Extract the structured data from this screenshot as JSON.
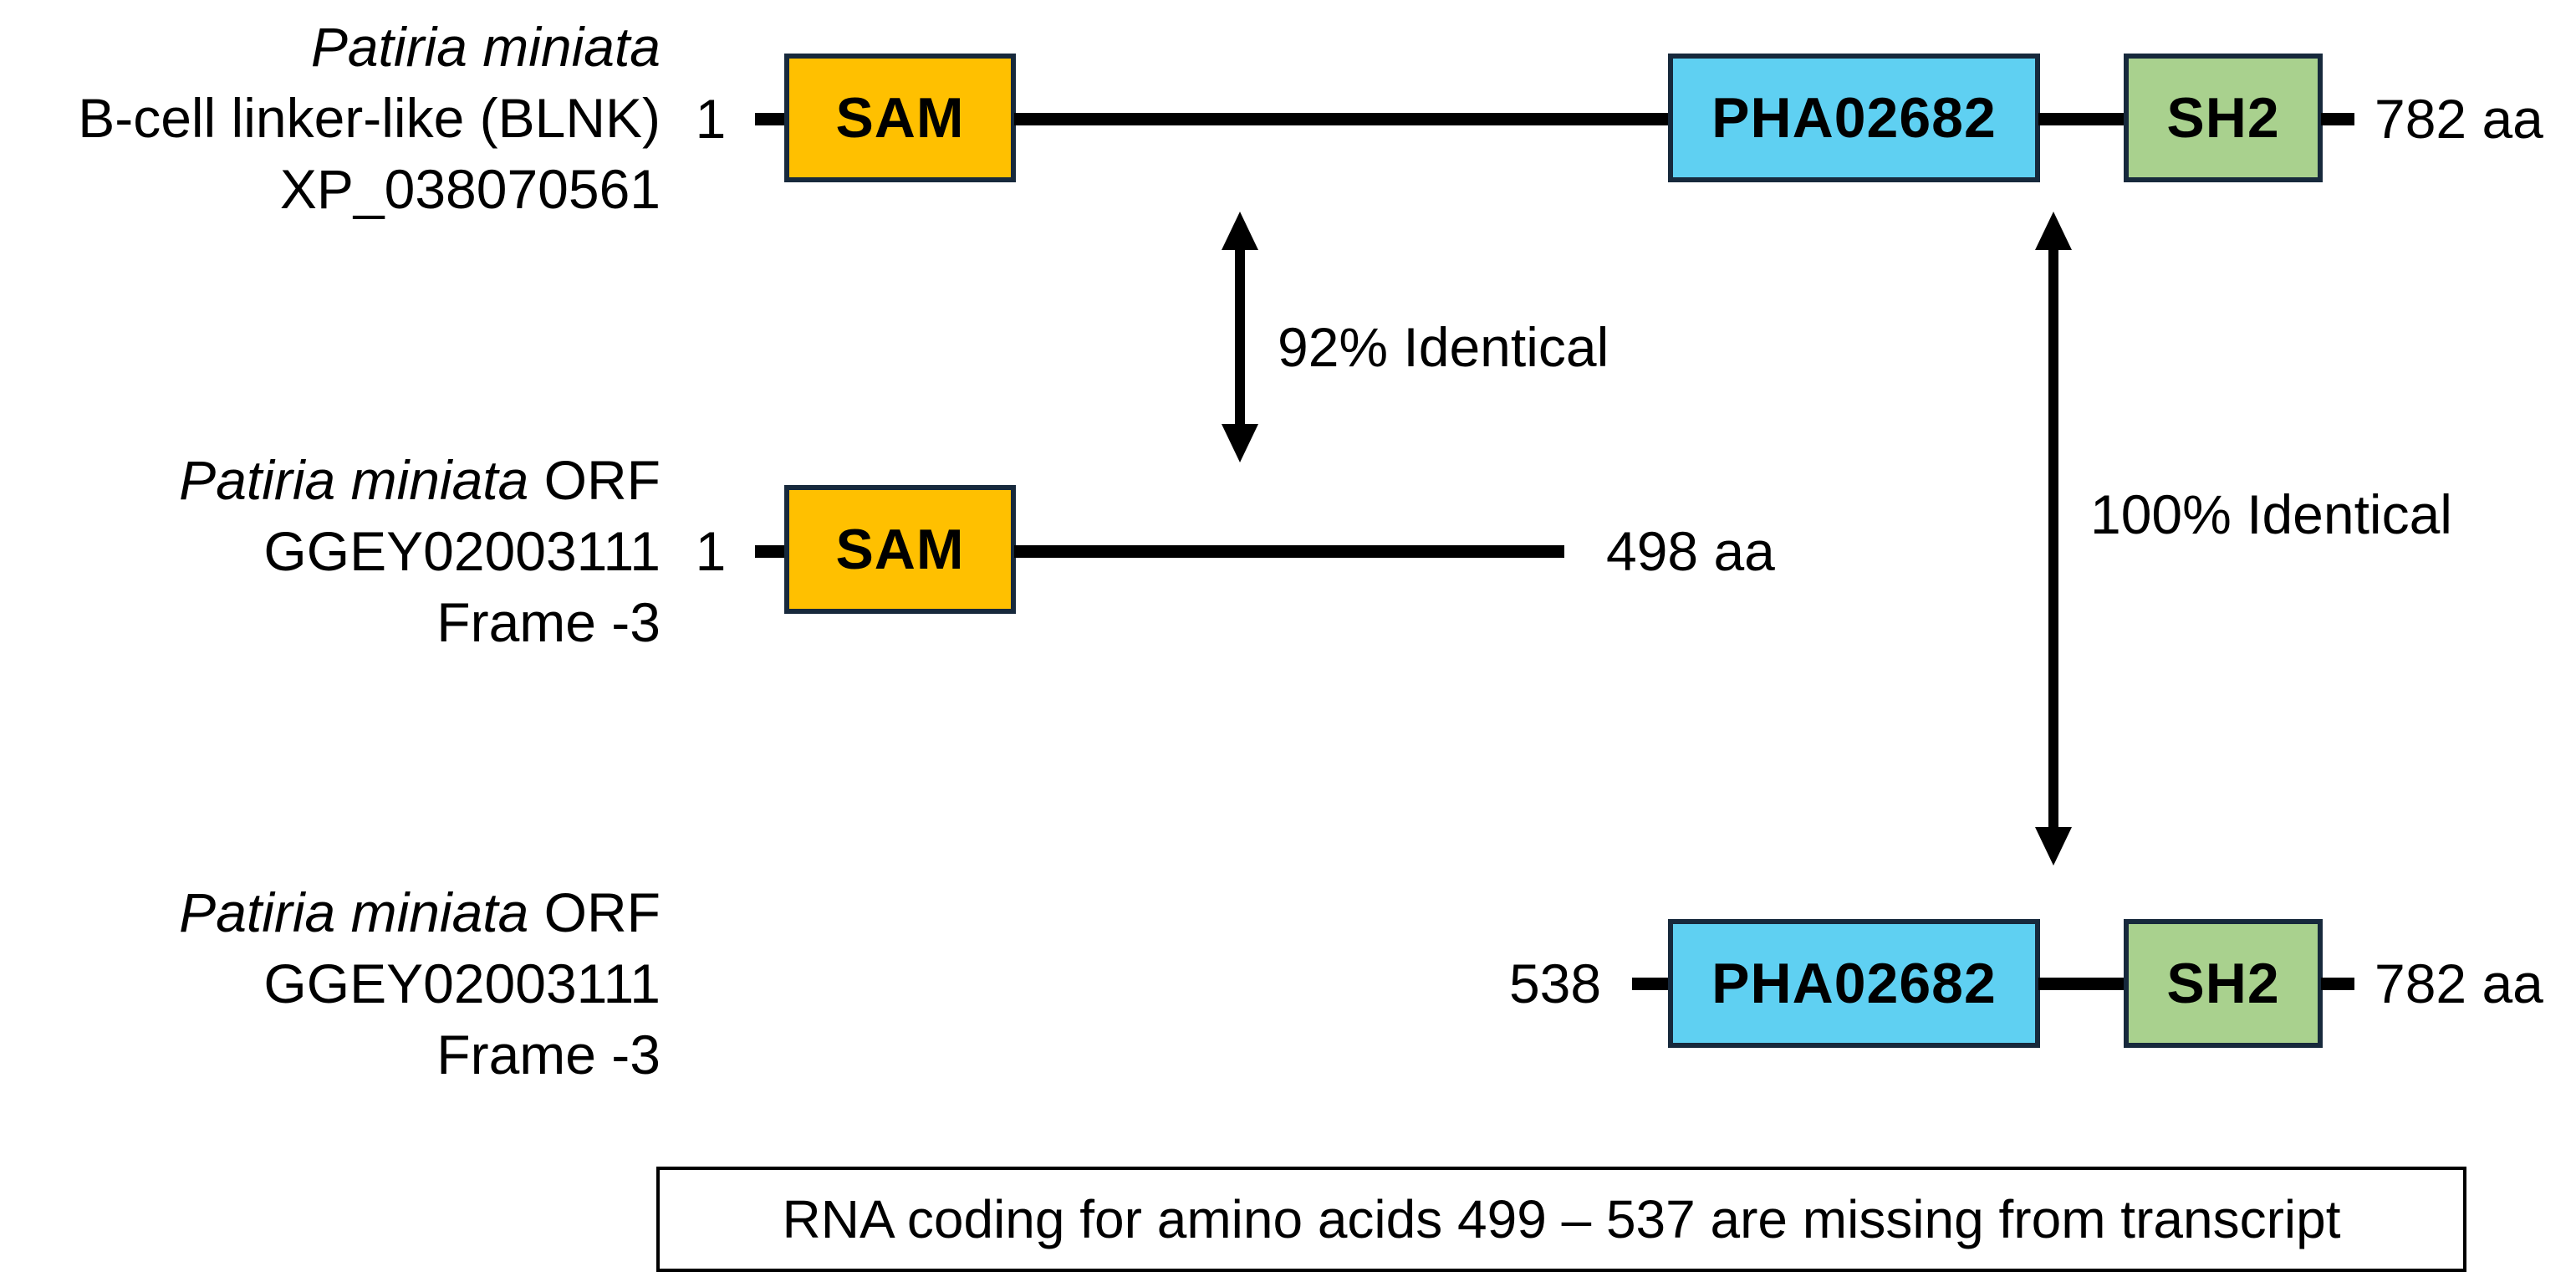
{
  "figure": {
    "rows": [
      {
        "species": "Patiria miniata",
        "species_suffix": "",
        "line2": "B-cell linker-like (BLNK)",
        "line3": "XP_038070561",
        "start": "1",
        "end": "782 aa",
        "domains": [
          {
            "name": "SAM"
          },
          {
            "name": "PHA02682"
          },
          {
            "name": "SH2"
          }
        ]
      },
      {
        "species": "Patiria miniata",
        "species_suffix": " ORF",
        "line2": "GGEY02003111",
        "line3": "Frame -3",
        "start": "1",
        "end": "498 aa",
        "domains": [
          {
            "name": "SAM"
          }
        ]
      },
      {
        "species": "Patiria miniata",
        "species_suffix": " ORF",
        "line2": "GGEY02003111",
        "line3": "Frame -3",
        "start": "538",
        "end": "782 aa",
        "domains": [
          {
            "name": "PHA02682"
          },
          {
            "name": "SH2"
          }
        ]
      }
    ],
    "annotations": {
      "arrow1": "92% Identical",
      "arrow2": "100% Identical",
      "note": "RNA coding for amino acids 499 – 537 are missing from transcript"
    },
    "colors": {
      "sam_fill": "#FFC000",
      "pha02682_fill": "#5FD0F2",
      "sh2_fill": "#A9D18E",
      "domain_border": "#17293C",
      "line": "#000000"
    }
  }
}
